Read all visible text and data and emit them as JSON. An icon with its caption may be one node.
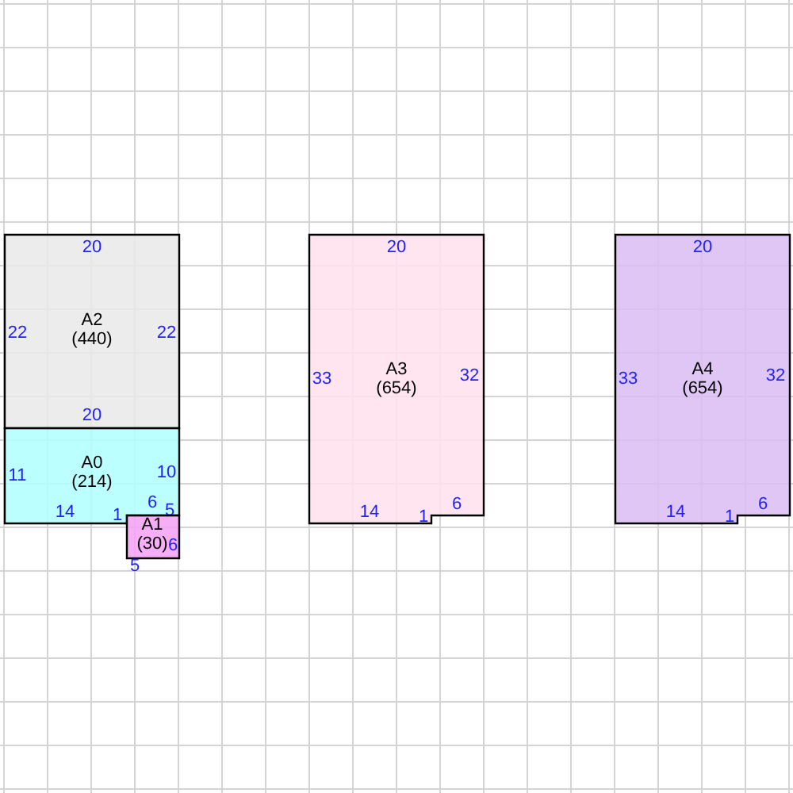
{
  "diagram": {
    "nodes": [
      {
        "text": [
          "A2",
          "(440)",
          "20",
          "22",
          "22",
          "20"
        ]
      },
      {
        "text": [
          "A0",
          "(214)",
          "11",
          "10",
          "14",
          "1",
          "6",
          "5"
        ]
      },
      {
        "text": [
          "A1",
          "(30)",
          "6",
          "5"
        ]
      },
      {
        "text": [
          "A3",
          "(654)",
          "20",
          "33",
          "32",
          "14",
          "1",
          "6"
        ]
      },
      {
        "text": [
          "A4",
          "(654)",
          "20",
          "33",
          "32",
          "14",
          "1",
          "6"
        ]
      }
    ]
  }
}
